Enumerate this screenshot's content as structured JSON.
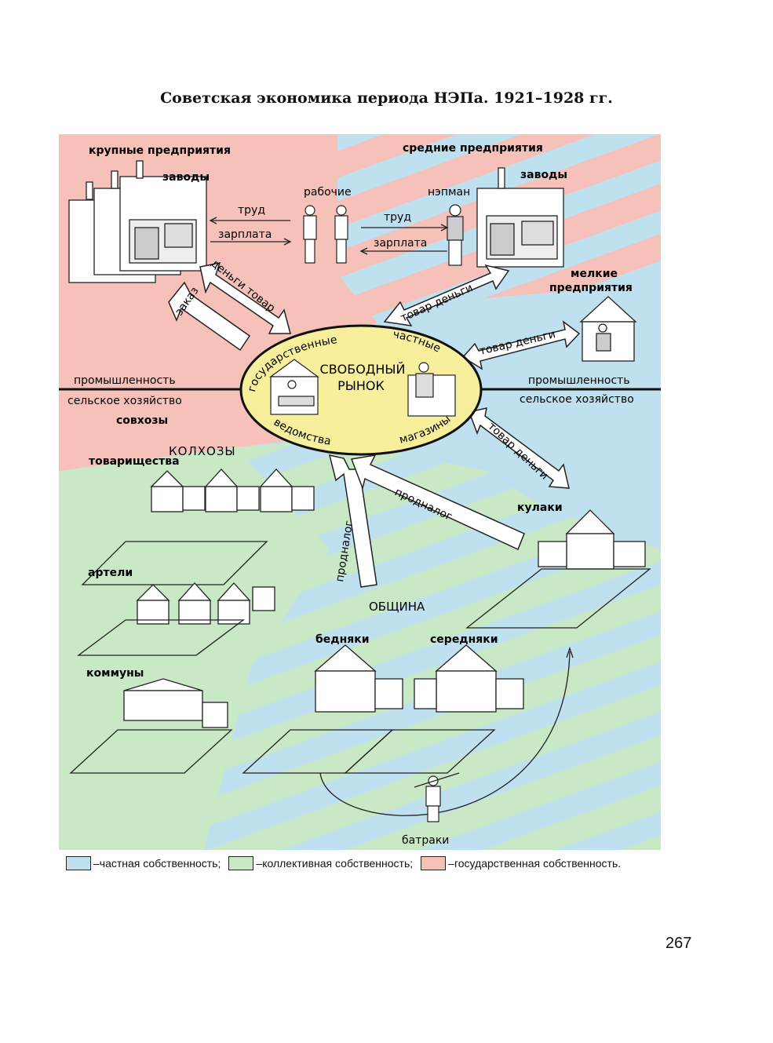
{
  "title": "Советская экономика периода НЭПа. 1921–1928 гг.",
  "page_number": "267",
  "colors": {
    "private": "#bfe0ef",
    "collective": "#c9e8c6",
    "state": "#f6c1b9",
    "market_fill": "#f7ef9c"
  },
  "labels": {
    "large_enterprises": "крупные предприятия",
    "factories_left": "заводы",
    "medium_enterprises": "средние предприятия",
    "factories_right": "заводы",
    "workers": "рабочие",
    "nepman": "нэпман",
    "labor_1": "труд",
    "salary_1": "зарплата",
    "labor_2": "труд",
    "salary_2": "зарплата",
    "order": "заказ",
    "money_goods": "деньги товар",
    "goods_money_1": "товар деньги",
    "small_enterprises_1": "мелкие",
    "small_enterprises_2": "предприятия",
    "goods_money_2": "товар деньги",
    "industry_left": "промышленность",
    "agriculture_left": "сельское хозяйство",
    "industry_right": "промышленность",
    "agriculture_right": "сельское хозяйство",
    "state_farms": "совхозы",
    "collective_farms": "КОЛХОЗЫ",
    "partnerships": "товарищества",
    "artels": "артели",
    "communes": "коммуны",
    "market_1": "СВОБОДНЫЙ",
    "market_2": "РЫНОК",
    "state_arc": "государственные",
    "private_arc": "частные",
    "departments": "ведомства",
    "shops": "магазины",
    "goods_money_3": "товар деньги",
    "tax_1": "продналог",
    "tax_2": "продналог",
    "kulaks": "кулаки",
    "community": "ОБЩИНА",
    "poor": "бедняки",
    "middle": "середняки",
    "laborers": "батраки"
  },
  "legend": [
    {
      "label": "–частная собственность;",
      "color": "#bfe0ef"
    },
    {
      "label": "–коллективная собственность;",
      "color": "#c9e8c6"
    },
    {
      "label": "–государственная собственность.",
      "color": "#f6c1b9"
    }
  ]
}
